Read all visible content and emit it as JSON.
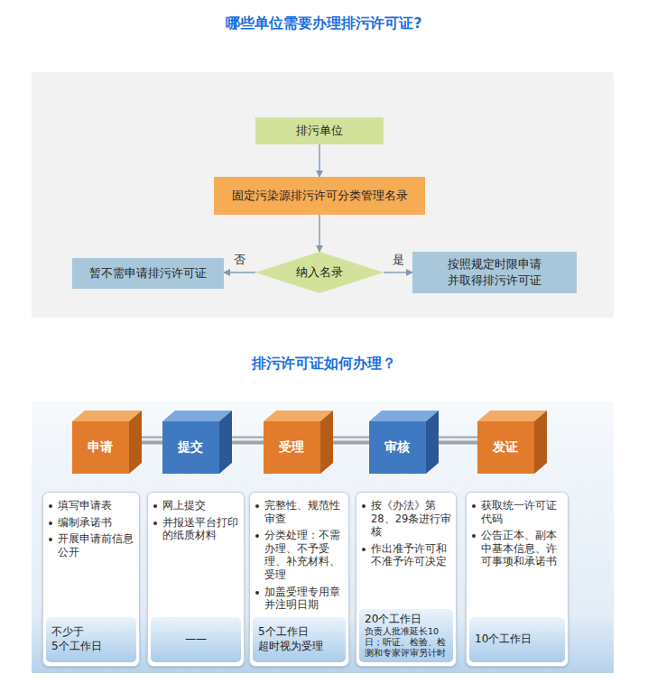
{
  "diagram": {
    "title": "哪些单位需要办理排污许可证?",
    "nodes": [
      {
        "text": [
          "排污单位"
        ]
      },
      {
        "text": [
          "固定污染源排污许可分类管理名录"
        ]
      },
      {
        "text": [
          "纳入名录"
        ]
      },
      {
        "text": [
          "暂不需申请排污许可证"
        ]
      },
      {
        "text": [
          "按照规定时限申请 并取得排污许可证"
        ]
      },
      {
        "text": [
          "申请"
        ]
      },
      {
        "text": [
          "提交"
        ]
      },
      {
        "text": [
          "受理"
        ]
      },
      {
        "text": [
          "审核"
        ]
      },
      {
        "text": [
          "发证"
        ]
      },
      {
        "text": [
          "填写申请表",
          "编制承诺书",
          "开展申请前信息公开"
        ]
      },
      {
        "text": [
          "不少于 5个工作日"
        ],
        "in": 10
      },
      {
        "text": [
          "网上提交",
          "并报送平台打印的纸质材料"
        ]
      },
      {
        "text": [
          "——"
        ],
        "in": 12
      },
      {
        "text": [
          "完整性、规范性审查",
          "分类处理：不需办理、不予受理、补充材料、受理",
          "加盖受理专用章并注明日期"
        ]
      },
      {
        "text": [
          "5个工作日 超时视为受理"
        ],
        "in": 14
      },
      {
        "text": [
          "按《办法》第28、29条进行审核",
          "作出准予许可和不准予许可决定"
        ]
      },
      {
        "text": [
          "20个工作日",
          "负责人批准延长10日；听证、检验、检测和专家评审另计时"
        ],
        "in": 16
      },
      {
        "text": [
          "获取统一许可证代码",
          "公告正本、副本中基本信息、许可事项和承诺书"
        ]
      },
      {
        "text": [
          "10个工作日"
        ],
        "in": 18
      }
    ],
    "edges": [
      {
        "from": 0,
        "to": 1,
        "arrow": "to"
      },
      {
        "from": 1,
        "to": 2,
        "arrow": "to"
      },
      {
        "from": 2,
        "to": 3,
        "label": "否",
        "arrow": "to"
      },
      {
        "from": 2,
        "to": 4,
        "label": "是",
        "arrow": "to"
      },
      {
        "from": 5,
        "to": 6,
        "arrow": "none"
      },
      {
        "from": 6,
        "to": 7,
        "arrow": "none"
      },
      {
        "from": 7,
        "to": 8,
        "arrow": "none"
      },
      {
        "from": 8,
        "to": 9,
        "arrow": "none"
      }
    ],
    "labels": [
      "排污许可证如何办理？"
    ]
  }
}
